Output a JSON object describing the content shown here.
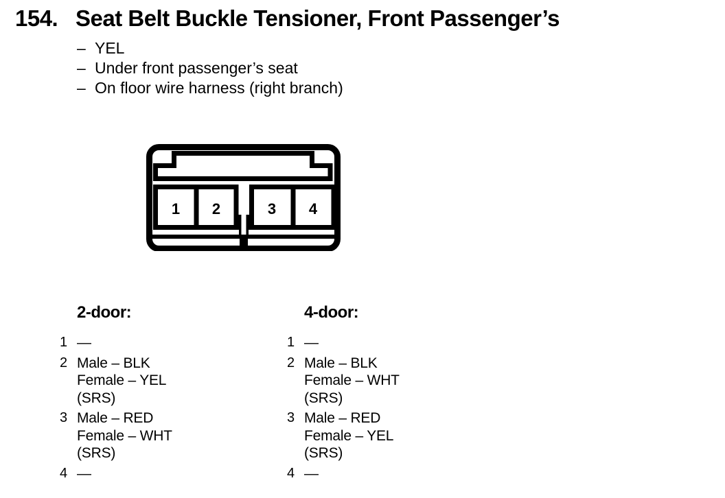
{
  "page": {
    "section_number": "154.",
    "title": "Seat Belt Buckle Tensioner, Front Passenger’s",
    "details": [
      {
        "dash": "–",
        "text": "YEL"
      },
      {
        "dash": "–",
        "text": "Under front passenger’s seat"
      },
      {
        "dash": "–",
        "text": "On floor wire harness (right branch)"
      }
    ]
  },
  "connector": {
    "pins": [
      "1",
      "2",
      "3",
      "4"
    ]
  },
  "pinout_columns": [
    {
      "heading": "2-door:",
      "items": [
        {
          "pin": "1",
          "lines": [
            "—"
          ]
        },
        {
          "pin": "2",
          "lines": [
            "Male – BLK",
            "Female – YEL",
            "(SRS)"
          ]
        },
        {
          "pin": "3",
          "lines": [
            "Male – RED",
            "Female – WHT",
            "(SRS)"
          ]
        },
        {
          "pin": "4",
          "lines": [
            "—"
          ]
        }
      ]
    },
    {
      "heading": "4-door:",
      "items": [
        {
          "pin": "1",
          "lines": [
            "—"
          ]
        },
        {
          "pin": "2",
          "lines": [
            "Male – BLK",
            "Female – WHT",
            "(SRS)"
          ]
        },
        {
          "pin": "3",
          "lines": [
            "Male – RED",
            "Female – YEL",
            "(SRS)"
          ]
        },
        {
          "pin": "4",
          "lines": [
            "—"
          ]
        }
      ]
    }
  ]
}
